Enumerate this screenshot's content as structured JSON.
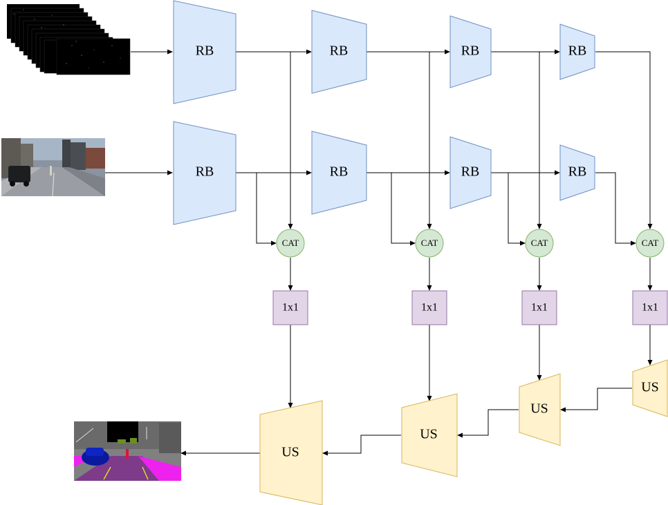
{
  "labels": {
    "rb": "RB",
    "cat": "CAT",
    "conv": "1x1",
    "us": "US"
  },
  "inputs": {
    "event_stack": "event-frames-stack",
    "rgb_image": "rgb-street-scene"
  },
  "output": {
    "segmentation": "segmentation-map"
  },
  "colors": {
    "rb_fill": "#dae8fc",
    "rb_stroke": "#6c8ebf",
    "us_fill": "#fff2cc",
    "us_stroke": "#d6b656",
    "cat_fill": "#d5e8d4",
    "cat_stroke": "#82b366",
    "conv_fill": "#e1d5e7",
    "conv_stroke": "#9673a6"
  }
}
